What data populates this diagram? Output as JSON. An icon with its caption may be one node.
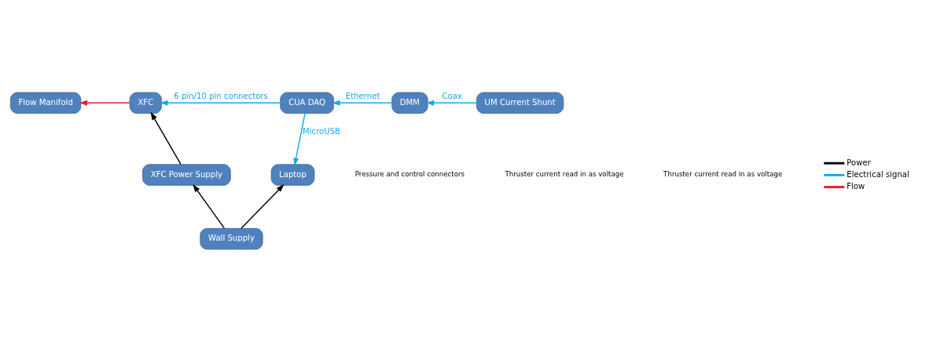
{
  "diagram": {
    "nodes": [
      {
        "text": [
          "Flow Manifold"
        ]
      },
      {
        "text": [
          "XFC"
        ]
      },
      {
        "text": [
          "CUA DAQ"
        ]
      },
      {
        "text": [
          "DMM"
        ]
      },
      {
        "text": [
          "UM Current Shunt"
        ]
      },
      {
        "text": [
          "XFC Power Supply"
        ]
      },
      {
        "text": [
          "Laptop"
        ]
      },
      {
        "text": [
          "Wall Supply"
        ]
      }
    ],
    "edges": [
      {
        "from": 1,
        "to": 0,
        "arrow": "to",
        "color": "#ee1c1c"
      },
      {
        "from": 2,
        "to": 1,
        "arrow": "to",
        "label": "6 pin/10 pin connectors"
      },
      {
        "from": 3,
        "to": 2,
        "arrow": "to",
        "label": "Ethernet"
      },
      {
        "from": 4,
        "to": 3,
        "arrow": "to",
        "label": "Coax"
      },
      {
        "from": 2,
        "to": 6,
        "arrow": "to",
        "label": "MicroUSB"
      },
      {
        "from": 5,
        "to": 1,
        "arrow": "to",
        "color": "#000000"
      },
      {
        "from": 7,
        "to": 5,
        "arrow": "to",
        "color": "#000000"
      },
      {
        "from": 7,
        "to": 6,
        "arrow": "to",
        "color": "#000000"
      }
    ],
    "labels": [
      "Pressure and control connectors",
      "Thruster current read in as voltage",
      "Thruster current read in as voltage"
    ],
    "legend": [
      {
        "text": "Power",
        "color": "#000000"
      },
      {
        "text": "Electrical signal",
        "color": "#1aa7e8"
      },
      {
        "text": "Flow",
        "color": "#ee1c1c"
      }
    ]
  }
}
